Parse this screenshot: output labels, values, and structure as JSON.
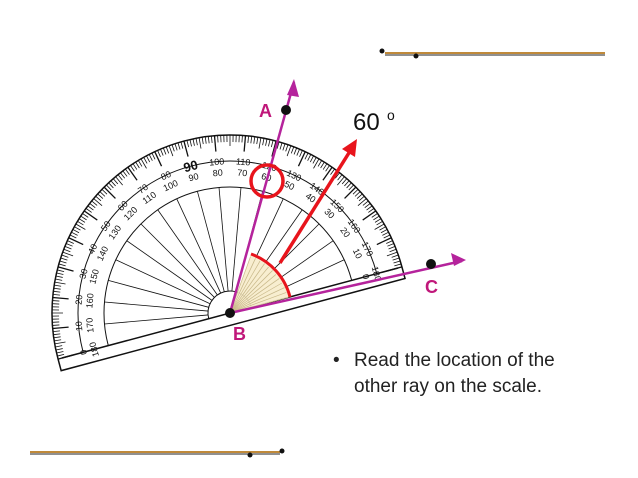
{
  "labels": {
    "point_a": "A",
    "point_b": "B",
    "point_c": "C"
  },
  "angle": {
    "value": "60",
    "unit": "o"
  },
  "protractor": {
    "outer_scale": [
      "0",
      "10",
      "20",
      "30",
      "40",
      "50",
      "60",
      "70",
      "80",
      "90",
      "100",
      "110",
      "120",
      "130",
      "140",
      "150",
      "160",
      "170",
      "180"
    ],
    "inner_scale": [
      "180",
      "170",
      "160",
      "150",
      "140",
      "130",
      "120",
      "110",
      "100",
      "90",
      "80",
      "70",
      "60",
      "50",
      "40",
      "30",
      "20",
      "10",
      "0"
    ]
  },
  "bullet": {
    "marker": "•",
    "text": "Read the location of the other ray on the scale."
  },
  "colors": {
    "ray": "#b5239c",
    "label": "#c0177a",
    "highlight": "#e8141c",
    "wedge": "#f7eccb",
    "rule_gold": "#c08a3a",
    "ink": "#111111"
  }
}
